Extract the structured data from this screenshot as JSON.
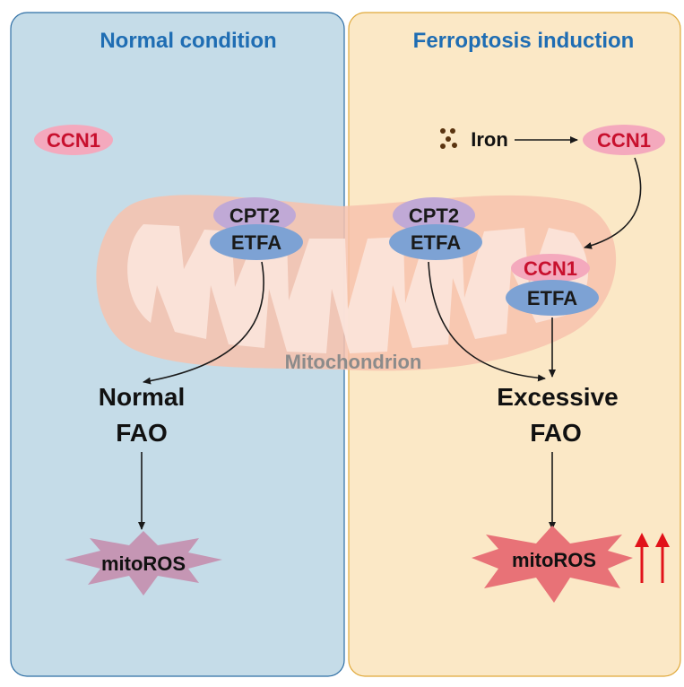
{
  "panels": {
    "left": {
      "title": "Normal condition",
      "bg": "#c5dce8",
      "border": "#2f6fa5"
    },
    "right": {
      "title": "Ferroptosis induction",
      "bg": "#fbe8c6",
      "border": "#e0a93a"
    }
  },
  "colors": {
    "title_text": "#1f6db3",
    "ccn1_fill": "#f4a9bd",
    "ccn1_text": "#c8102e",
    "cpt2_fill": "#c0a9d6",
    "etfa_fill": "#7da2d4",
    "mito_outer": "#f7c2ad",
    "mito_inner": "#fbe4dc",
    "mitoros_normal": "#c596b4",
    "mitoros_excess": "#e87277",
    "arrow_red": "#e1121a",
    "iron_dots": "#5a3410"
  },
  "labels": {
    "ccn1_left": "CCN1",
    "cpt2_left": "CPT2",
    "etfa_left": "ETFA",
    "normal_fao_line1": "Normal",
    "normal_fao_line2": "FAO",
    "mitoros_left": "mitoROS",
    "iron": "Iron",
    "ccn1_right_top": "CCN1",
    "cpt2_right": "CPT2",
    "etfa_right": "ETFA",
    "ccn1_complex": "CCN1",
    "etfa_complex": "ETFA",
    "excessive_fao_line1": "Excessive",
    "excessive_fao_line2": "FAO",
    "mitoros_right": "mitoROS",
    "mitochondrion": "Mitochondrion"
  },
  "icons": {
    "iron": "iron-dots-icon",
    "increase": "double-up-arrow-icon",
    "mitochondrion": "mitochondrion-icon"
  }
}
